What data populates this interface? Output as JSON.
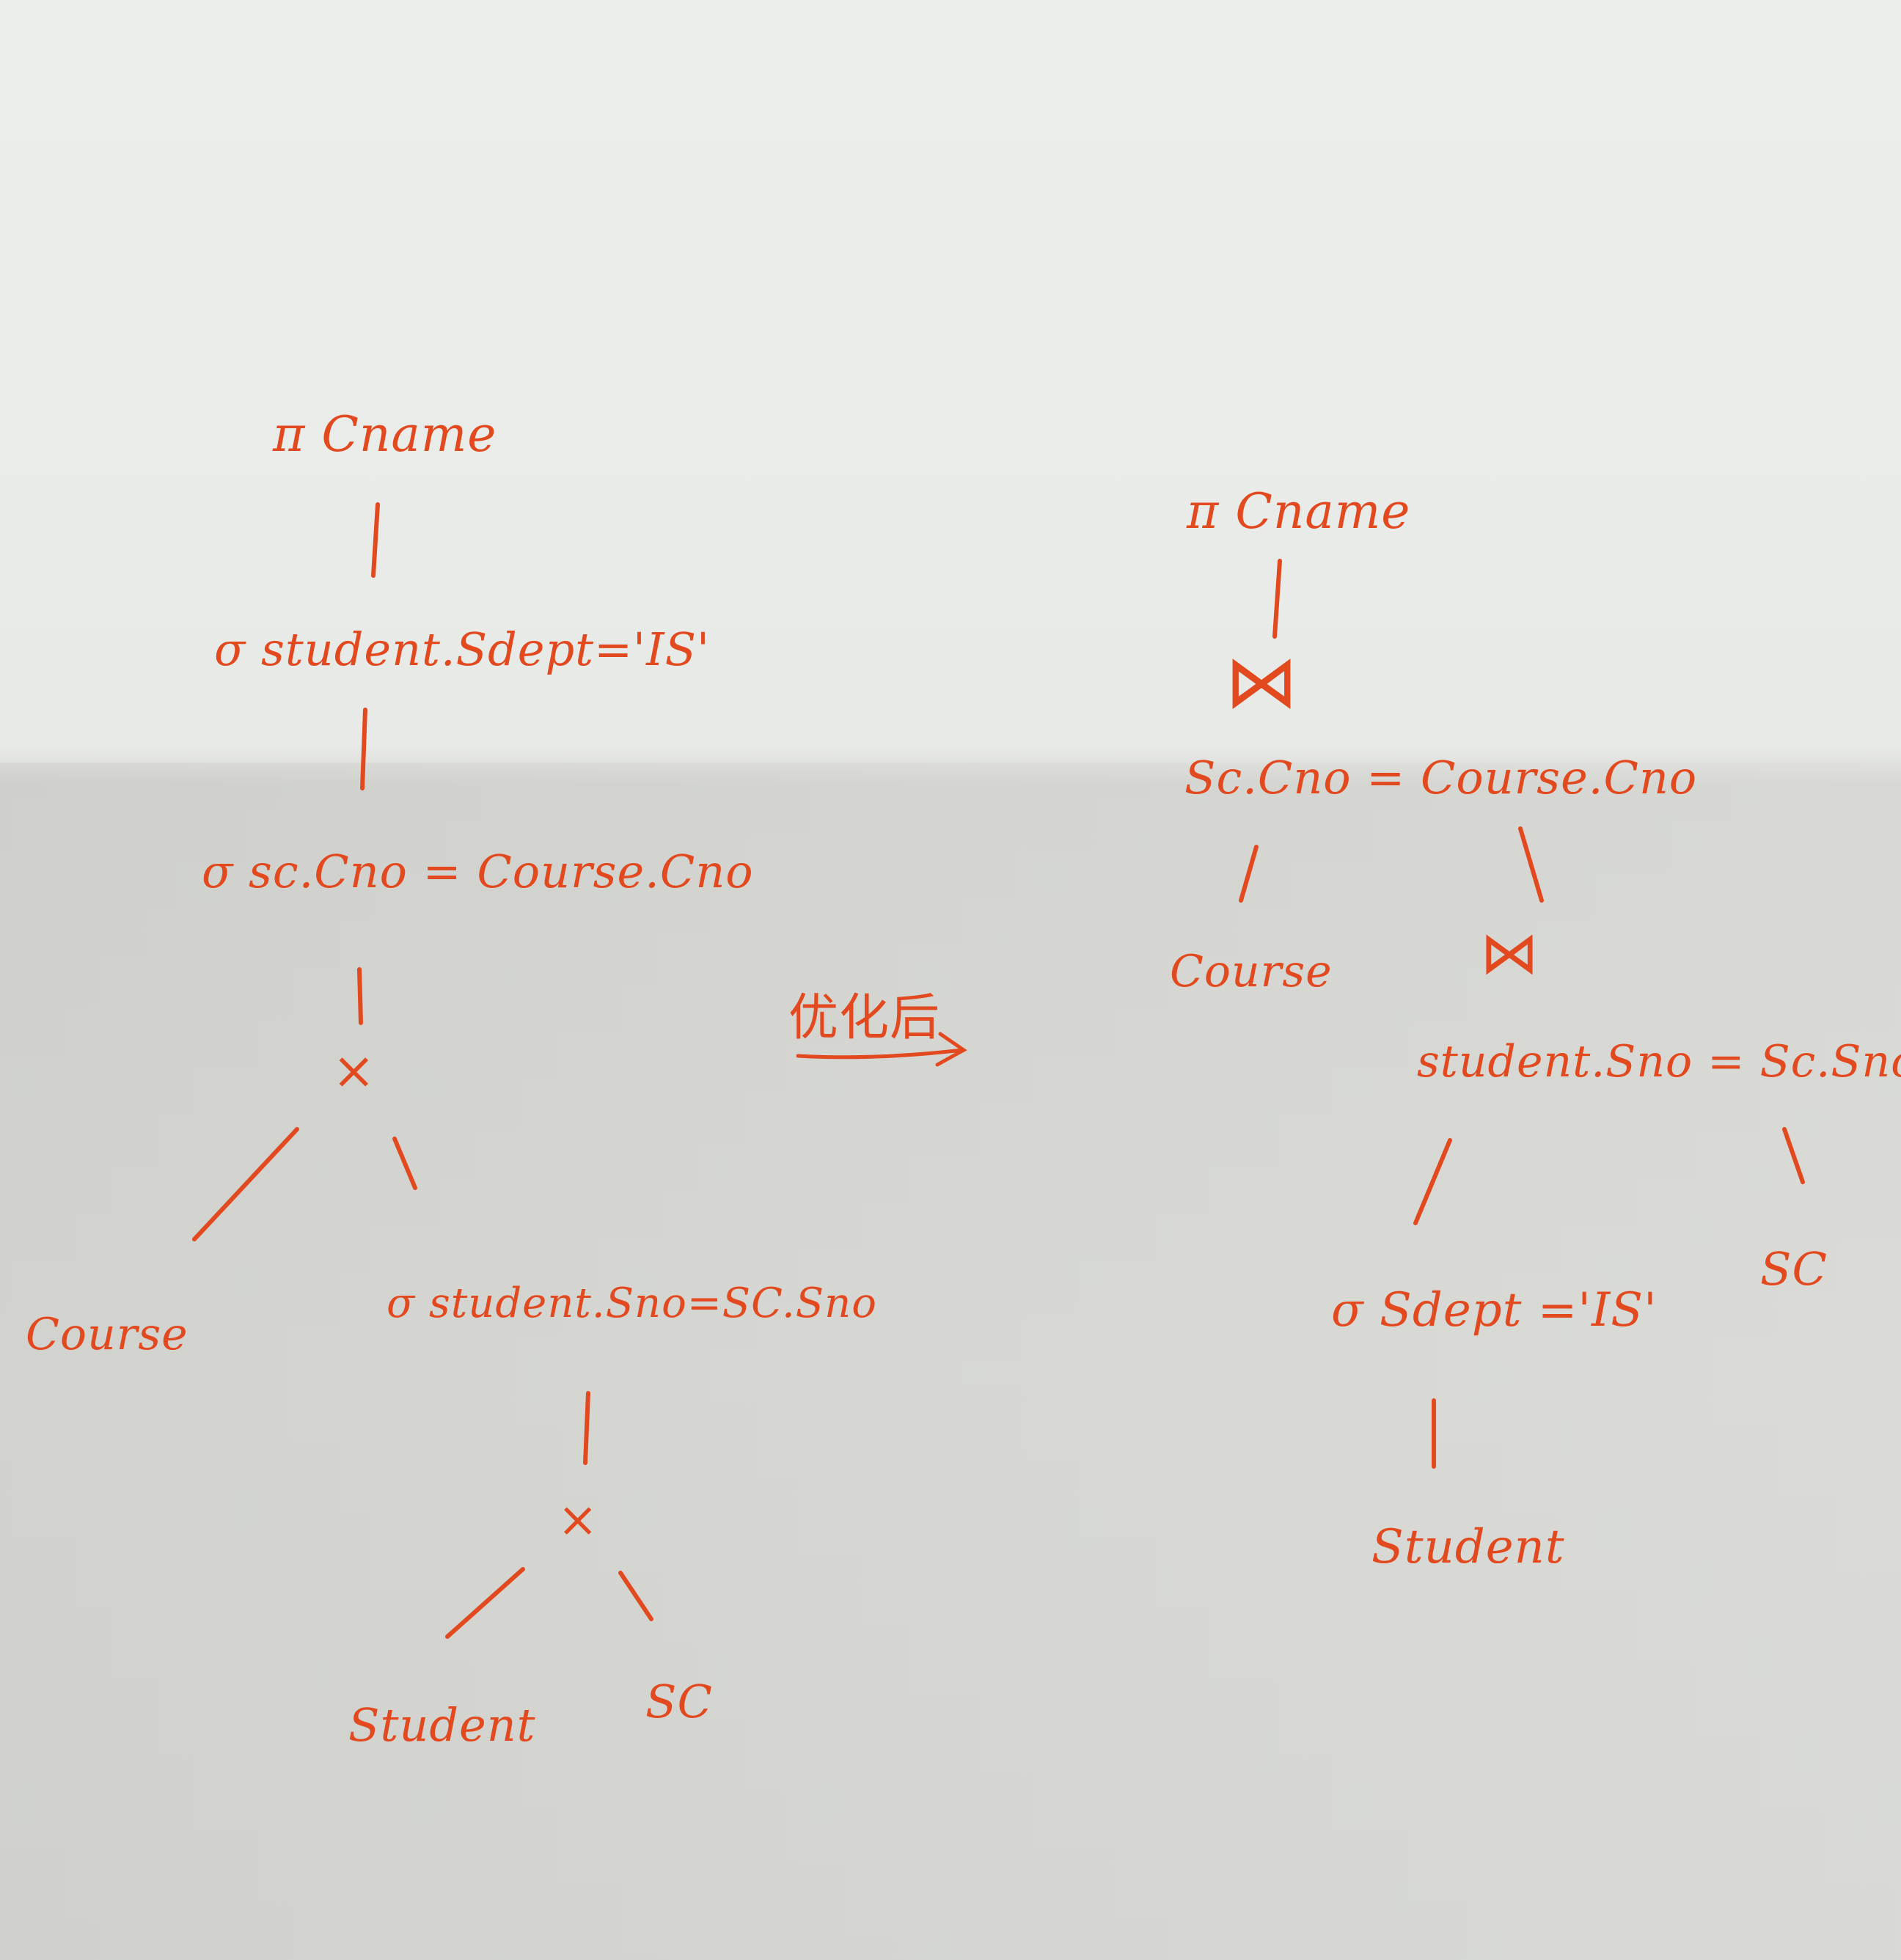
{
  "colors": {
    "ink": "#e2491f",
    "paper": "#e4e5e2"
  },
  "left_tree": {
    "project": "π Cname",
    "select_dept": "σ student.Sdept='IS'",
    "select_cno": "σ sc.Cno = Course.Cno",
    "product_top": "×",
    "course": "Course",
    "select_sno": "σ student.Sno=SC.Sno",
    "product_bottom": "×",
    "student": "Student",
    "sc": "SC"
  },
  "arrow_label": "优化后",
  "right_tree": {
    "project": "π Cname",
    "join_top": "⋈",
    "join_top_cond": "Sc.Cno = Course.Cno",
    "course": "Course",
    "join_bottom": "⋈",
    "join_bottom_cond": "student.Sno = Sc.Sno",
    "select_dept": "σ Sdept ='IS'",
    "sc": "SC",
    "student": "Student"
  }
}
